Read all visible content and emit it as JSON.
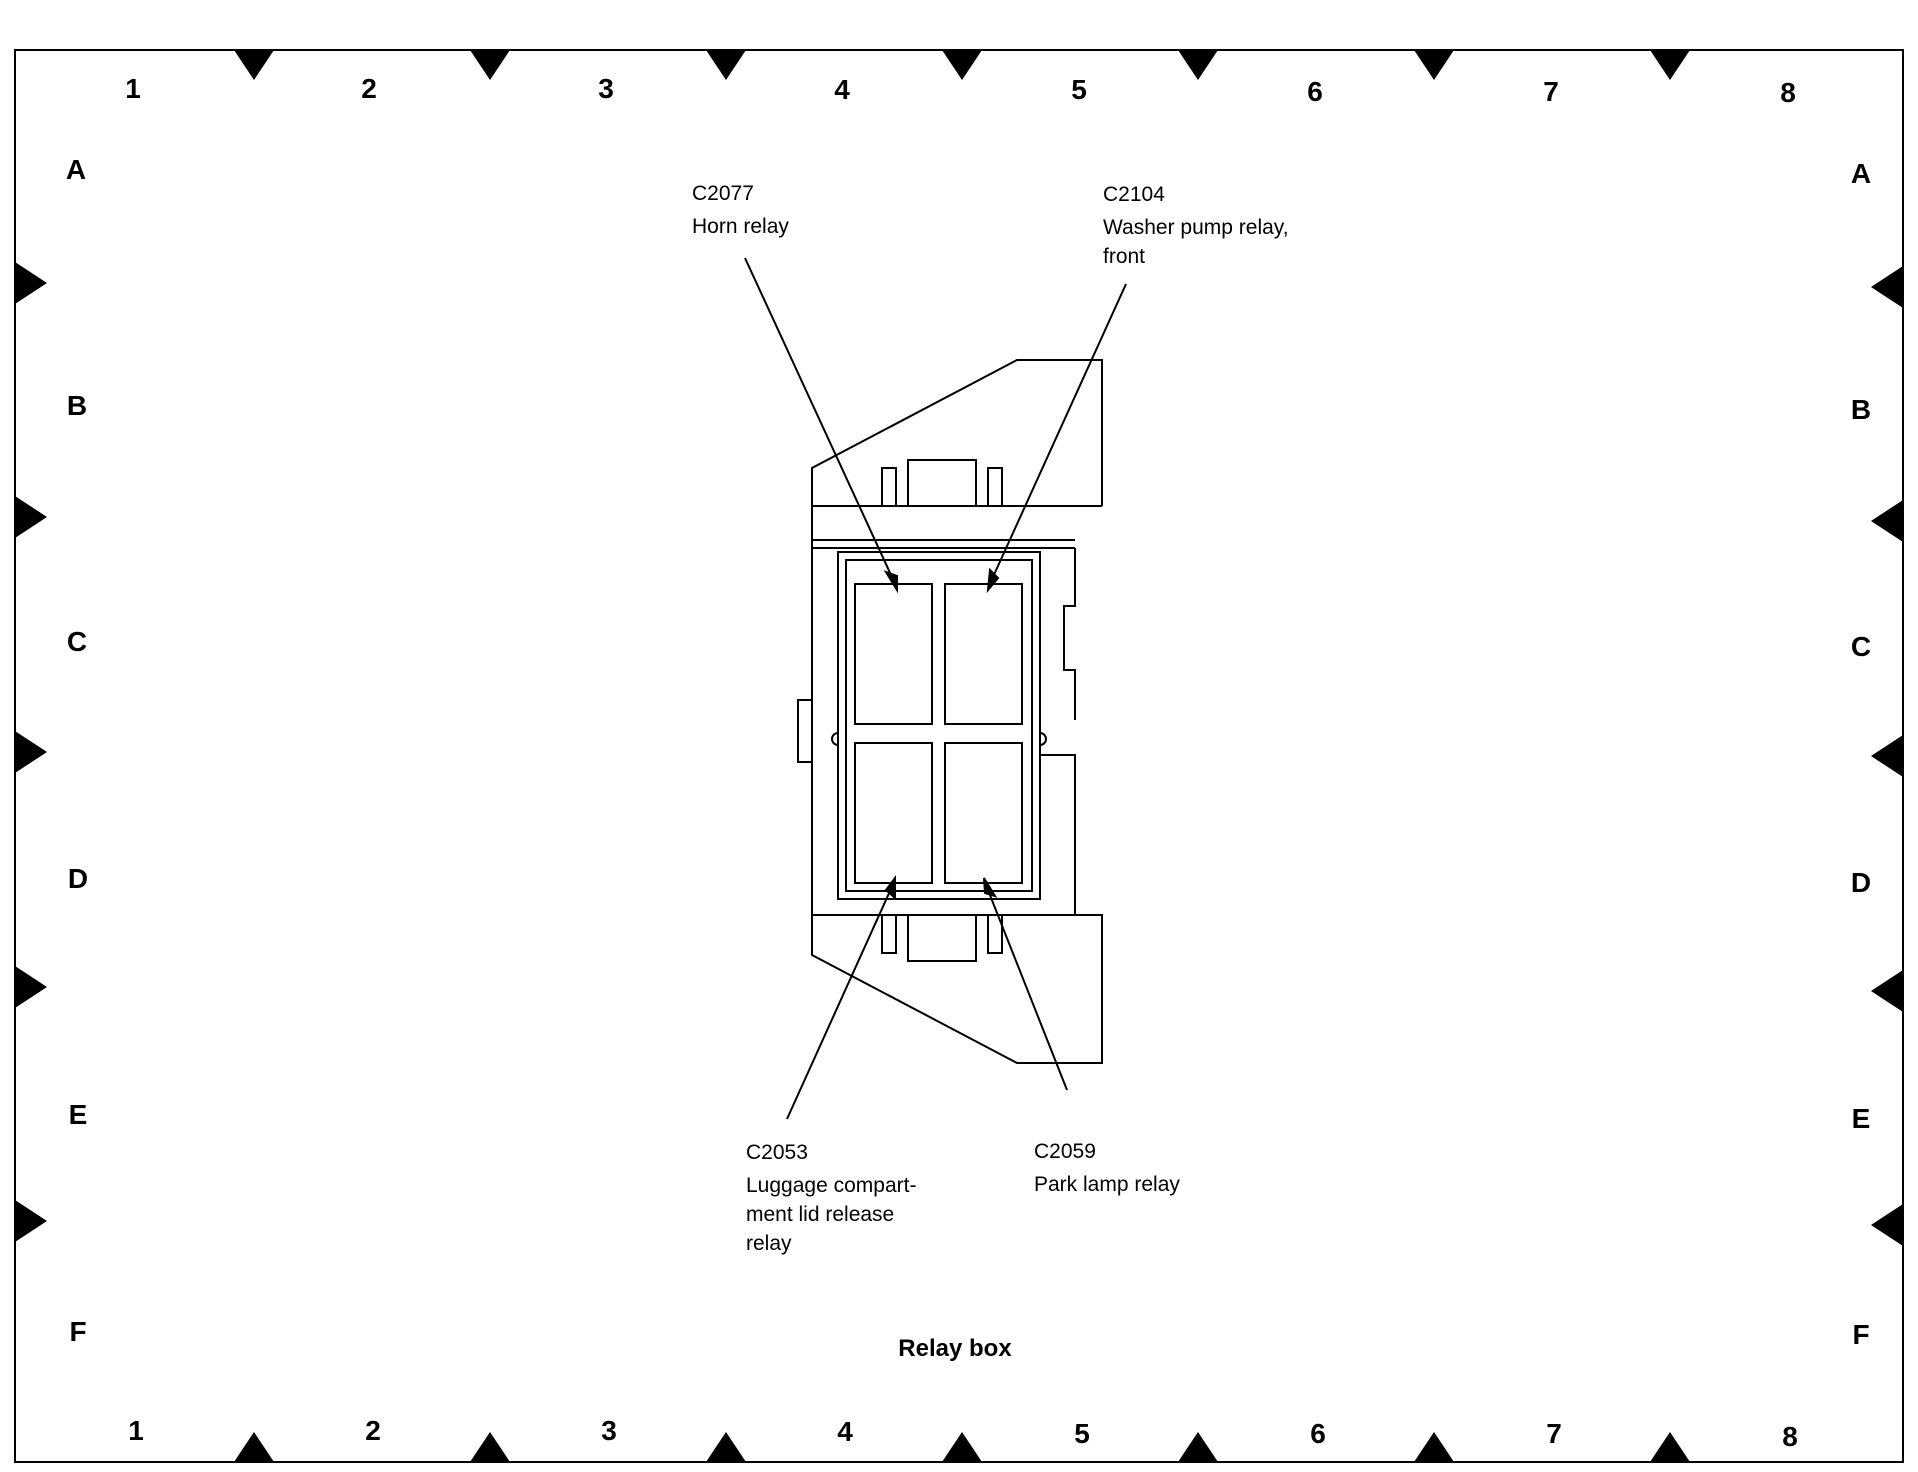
{
  "grid": {
    "columns": [
      "1",
      "2",
      "3",
      "4",
      "5",
      "6",
      "7",
      "8"
    ],
    "rows": [
      "A",
      "B",
      "C",
      "D",
      "E",
      "F"
    ]
  },
  "callouts": {
    "horn": {
      "code": "C2077",
      "lines": [
        "Horn relay"
      ]
    },
    "washer": {
      "code": "C2104",
      "lines": [
        "Washer pump relay,",
        "front"
      ]
    },
    "luggage": {
      "code": "C2053",
      "lines": [
        "Luggage compart-",
        "ment lid release",
        "relay"
      ]
    },
    "park": {
      "code": "C2059",
      "lines": [
        "Park lamp relay"
      ]
    }
  },
  "caption": "Relay box"
}
